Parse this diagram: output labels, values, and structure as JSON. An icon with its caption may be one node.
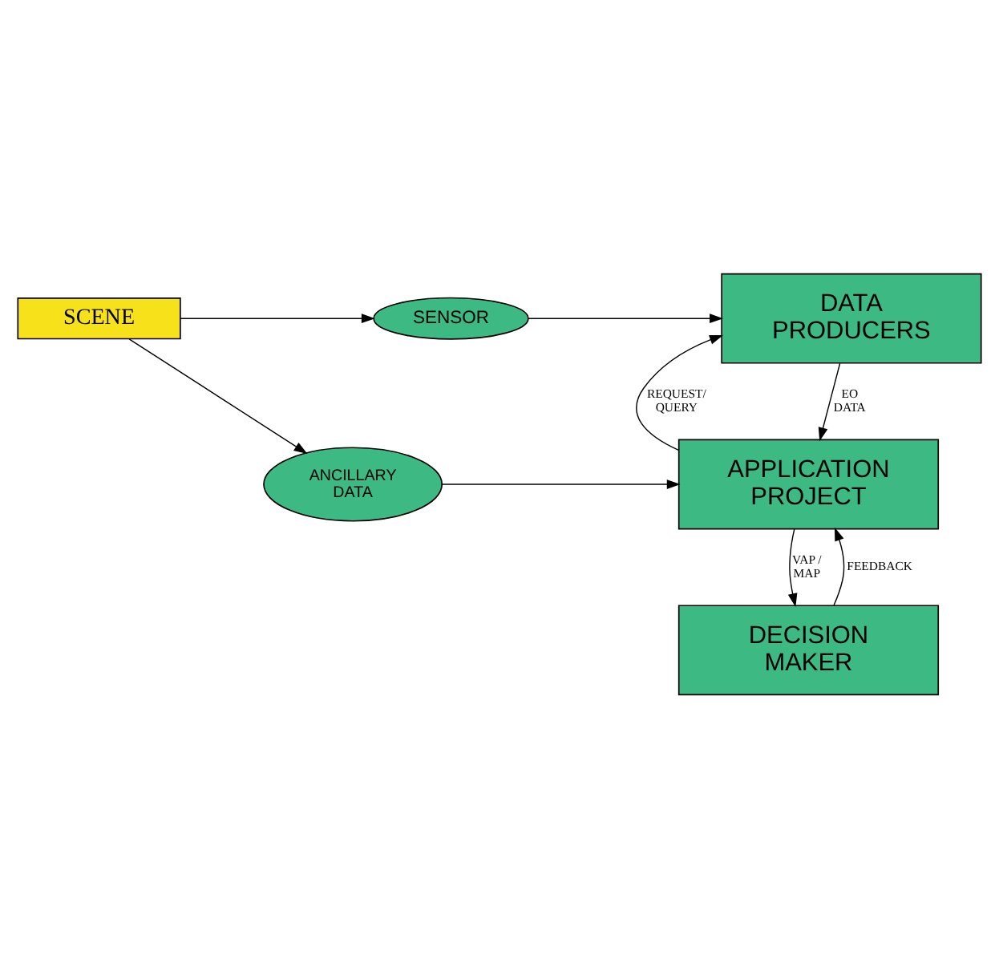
{
  "diagram": {
    "nodes": [
      {
        "text": [
          "SENSOR"
        ]
      },
      {
        "text": [
          "DATA PRODUCERS"
        ]
      },
      {
        "text": [
          "SCENE"
        ]
      },
      {
        "text": [
          "ANCILLARY DATA"
        ]
      },
      {
        "text": [
          "APPLICATION PROJECT"
        ]
      },
      {
        "text": [
          "DECISION MAKER"
        ]
      }
    ],
    "edges": [
      {
        "from": 2,
        "to": 0,
        "arrow": "to"
      },
      {
        "from": 0,
        "to": 1,
        "arrow": "to"
      },
      {
        "from": 2,
        "to": 3,
        "arrow": "to"
      },
      {
        "from": 3,
        "to": 4,
        "arrow": "to"
      },
      {
        "from": 4,
        "to": 1,
        "arrow": "to",
        "label": "REQUEST/ QUERY"
      },
      {
        "from": 1,
        "to": 4,
        "arrow": "to",
        "label": "EO DATA"
      },
      {
        "from": 4,
        "to": 5,
        "arrow": "to",
        "label": "VAP / MAP"
      },
      {
        "from": 5,
        "to": 4,
        "arrow": "to",
        "label": "FEEDBACK"
      }
    ]
  }
}
